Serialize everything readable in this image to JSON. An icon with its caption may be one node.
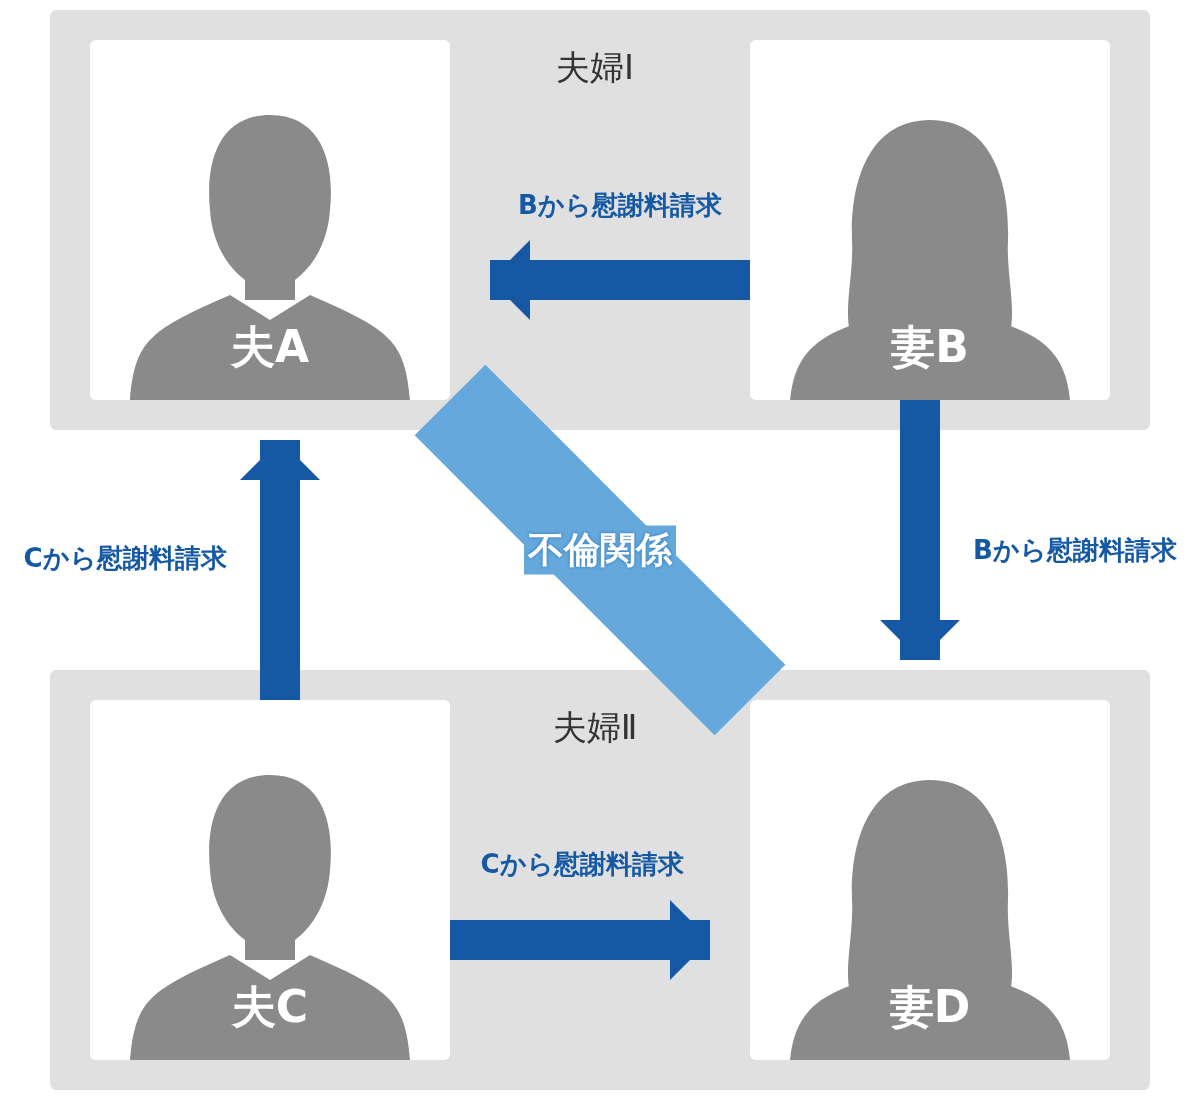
{
  "diagram": {
    "nodes": [
      {
        "text": [
          "夫婦Ⅰ"
        ]
      },
      {
        "text": [
          "夫A"
        ],
        "in": 0
      },
      {
        "text": [
          "妻B"
        ],
        "in": 0
      },
      {
        "text": [
          "夫婦Ⅱ"
        ]
      },
      {
        "text": [
          "夫C"
        ],
        "in": 3
      },
      {
        "text": [
          "妻D"
        ],
        "in": 3
      }
    ],
    "edges": [
      {
        "from": 2,
        "to": 1,
        "arrow": "to",
        "label": "Bから慰謝料請求"
      },
      {
        "from": 2,
        "to": 5,
        "arrow": "to",
        "label": "Bから慰謝料請求"
      },
      {
        "from": 4,
        "to": 1,
        "arrow": "to",
        "label": "Cから慰謝料請求"
      },
      {
        "from": 4,
        "to": 5,
        "arrow": "to",
        "label": "Cから慰謝料請求"
      },
      {
        "from": 1,
        "to": 5,
        "arrow": "none",
        "label": "不倫関係",
        "style": "thick",
        "color": "#65a8db"
      }
    ]
  }
}
